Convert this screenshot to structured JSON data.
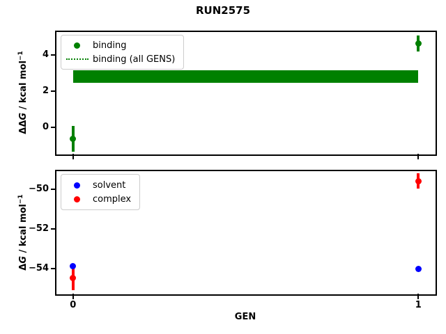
{
  "title": "RUN2575",
  "colors": {
    "binding": "#008000",
    "solvent": "#0000ff",
    "complex": "#ff0000",
    "axis": "#000000",
    "legend_border": "#cccccc"
  },
  "chart_data": [
    {
      "type": "scatter",
      "ylabel": {
        "prefix": "ΔΔ",
        "var": "G",
        "rest": " / kcal mol",
        "sup": "−1"
      },
      "xlim": [
        -0.05,
        1.05
      ],
      "ylim": [
        -1.49,
        5.31
      ],
      "xticks": {
        "values": [
          0,
          1
        ],
        "labels": [
          "",
          ""
        ]
      },
      "yticks": {
        "values": [
          4,
          2,
          0
        ],
        "labels": [
          "4",
          "2",
          "0"
        ]
      },
      "grid": false,
      "legend_position": "upper-left",
      "band": {
        "name": "binding (all GENS)",
        "color": "#008000",
        "x": [
          0,
          1
        ],
        "center": 2.8,
        "half_width": 0.34,
        "style": "dotted"
      },
      "series": [
        {
          "name": "binding",
          "color": "#008000",
          "x": [
            0,
            1
          ],
          "y": [
            -0.62,
            4.63
          ],
          "yerr": [
            0.72,
            0.45
          ]
        }
      ],
      "legend": [
        {
          "label": "binding",
          "marker": "dot",
          "color": "#008000"
        },
        {
          "label": "binding (all GENS)",
          "marker": "dotted-line",
          "color": "#008000"
        }
      ]
    },
    {
      "type": "scatter",
      "xlabel": "GEN",
      "ylabel": {
        "prefix": "Δ",
        "var": "G",
        "rest": " / kcal mol",
        "sup": "−1"
      },
      "xlim": [
        -0.05,
        1.05
      ],
      "ylim": [
        -55.32,
        -49.04
      ],
      "xticks": {
        "values": [
          0,
          1
        ],
        "labels": [
          "0",
          "1"
        ]
      },
      "yticks": {
        "values": [
          -50,
          -52,
          -54
        ],
        "labels": [
          "−50",
          "−52",
          "−54"
        ]
      },
      "grid": false,
      "legend_position": "upper-left",
      "series": [
        {
          "name": "complex",
          "color": "#ff0000",
          "x": [
            0,
            1
          ],
          "y": [
            -54.48,
            -49.57
          ],
          "yerr": [
            0.62,
            0.38
          ]
        },
        {
          "name": "solvent",
          "color": "#0000ff",
          "x": [
            0,
            1
          ],
          "y": [
            -53.88,
            -54.04
          ],
          "yerr": [
            0.1,
            0.08
          ]
        }
      ],
      "legend": [
        {
          "label": "solvent",
          "marker": "dot",
          "color": "#0000ff"
        },
        {
          "label": "complex",
          "marker": "dot",
          "color": "#ff0000"
        }
      ]
    }
  ]
}
